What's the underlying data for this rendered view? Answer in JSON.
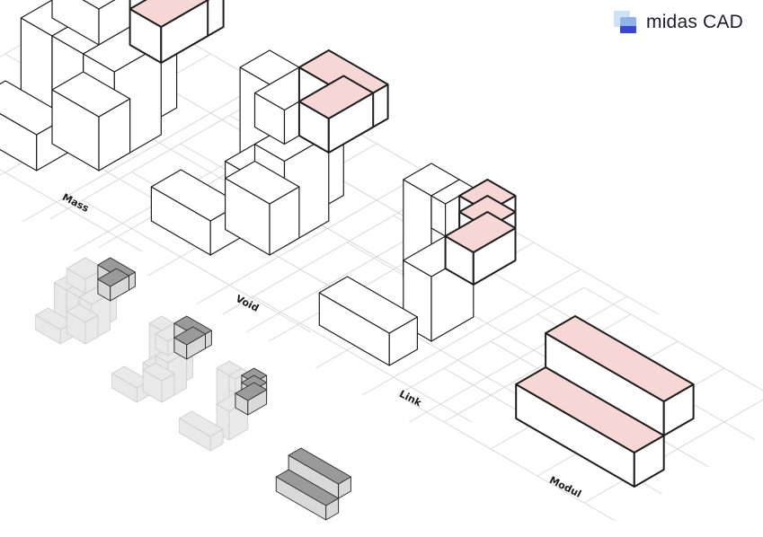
{
  "brand": {
    "name": "midas CAD",
    "logo_icon": "midas-logo-icon",
    "colors": {
      "light": "#cfe1f7",
      "mid": "#8fb4ea",
      "dark": "#3a47d6"
    }
  },
  "stages": [
    {
      "id": "mass",
      "label": "Mass"
    },
    {
      "id": "void",
      "label": "Void"
    },
    {
      "id": "link",
      "label": "Link"
    },
    {
      "id": "modul",
      "label": "Modul"
    }
  ],
  "colors": {
    "top_highlight": "#f7d6d6",
    "top_neutral": "#ffffff",
    "face": "#ffffff",
    "shadow": "#dddddd",
    "stroke": "#1e1e1e",
    "grid": "#d8d8d8",
    "mini_top": "#9a9a9a",
    "mini_face": "#d9d9d9",
    "mini_ghost": "#e9e9e9"
  }
}
